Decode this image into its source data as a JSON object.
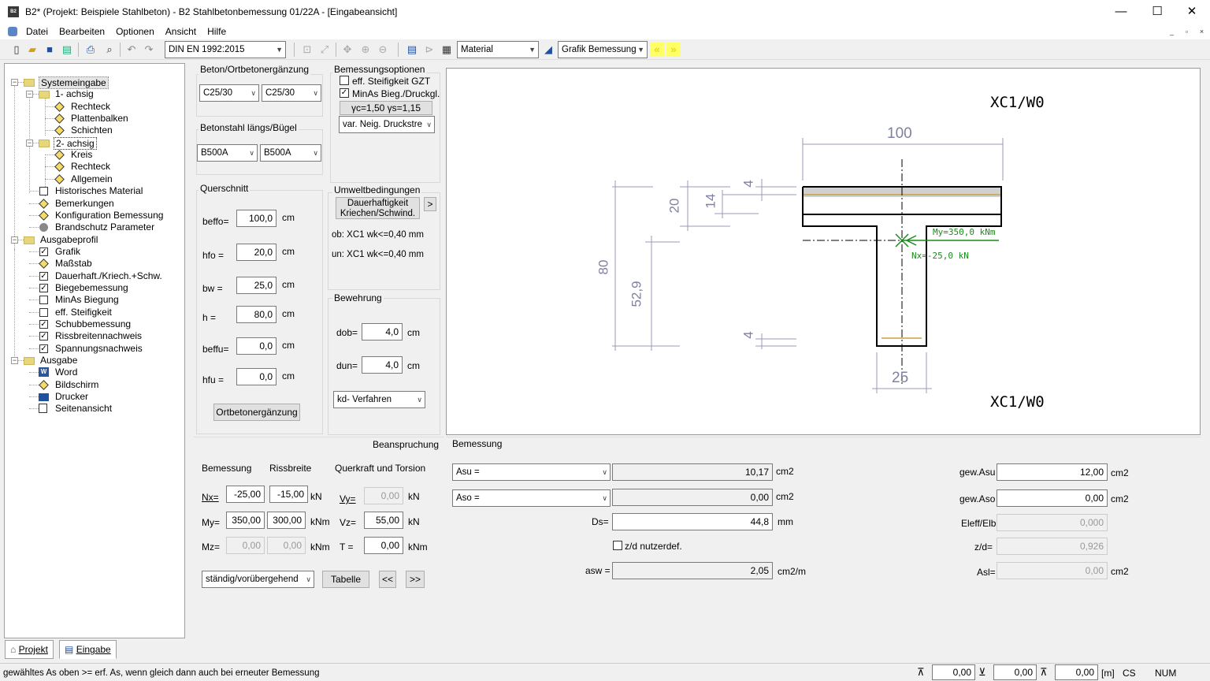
{
  "window": {
    "title": "B2* (Projekt: Beispiele Stahlbeton) - B2 Stahlbetonbemessung 01/22A - [Eingabeansicht]",
    "app_icon": "B2",
    "minimize": "—",
    "maximize": "☐",
    "close": "✕"
  },
  "menu": [
    "Datei",
    "Bearbeiten",
    "Optionen",
    "Ansicht",
    "Hilfe"
  ],
  "mdi": {
    "minimize": "_",
    "restore": "▫",
    "close": "×"
  },
  "toolbar": {
    "norm": "DIN EN 1992:2015",
    "material": "Material",
    "grafik": "Grafik Bemessung"
  },
  "tree": {
    "items": [
      {
        "label": "Systemeingabe",
        "type": "folder",
        "selected": true
      },
      {
        "label": "1- achsig",
        "type": "folder"
      },
      {
        "label": "Rechteck",
        "type": "diamond"
      },
      {
        "label": "Plattenbalken",
        "type": "diamond"
      },
      {
        "label": "Schichten",
        "type": "diamond"
      },
      {
        "label": "2- achsig",
        "type": "folder",
        "boxed": true
      },
      {
        "label": "Kreis",
        "type": "diamond"
      },
      {
        "label": "Rechteck",
        "type": "diamond"
      },
      {
        "label": "Allgemein",
        "type": "diamond"
      },
      {
        "label": "Historisches Material",
        "type": "box"
      },
      {
        "label": "Bemerkungen",
        "type": "diamond"
      },
      {
        "label": "Konfiguration  Bemessung",
        "type": "diamond"
      },
      {
        "label": "Brandschutz Parameter",
        "type": "circle"
      },
      {
        "label": "Ausgabeprofil",
        "type": "folder"
      },
      {
        "label": "Grafik",
        "type": "check"
      },
      {
        "label": "Maßstab",
        "type": "diamond"
      },
      {
        "label": "Dauerhaft./Kriech.+Schw.",
        "type": "check"
      },
      {
        "label": "Biegebemessung",
        "type": "check"
      },
      {
        "label": "MinAs Biegung",
        "type": "box"
      },
      {
        "label": "eff. Steifigkeit",
        "type": "box"
      },
      {
        "label": "Schubbemessung",
        "type": "check"
      },
      {
        "label": "Rissbreitennachweis",
        "type": "check"
      },
      {
        "label": "Spannungsnachweis",
        "type": "check"
      },
      {
        "label": "Ausgabe",
        "type": "folder"
      },
      {
        "label": "Word",
        "type": "word"
      },
      {
        "label": "Bildschirm",
        "type": "diamond"
      },
      {
        "label": "Drucker",
        "type": "printer"
      },
      {
        "label": "Seitenansicht",
        "type": "preview"
      }
    ],
    "tab_projekt": "Projekt",
    "tab_eingabe": "Eingabe"
  },
  "beton": {
    "label": "Beton/Ortbetonergänzung",
    "left": "C25/30",
    "right": "C25/30"
  },
  "betonstahl": {
    "label": "Betonstahl längs/Bügel",
    "left": "B500A",
    "right": "B500A"
  },
  "optionen": {
    "label": "Bemessungsoptionen",
    "eff": "eff. Steifigkeit GZT",
    "minas": "MinAs Bieg./Druckgl.",
    "gamma": "γc=1,50  γs=1,15",
    "neig": "var. Neig. Druckstre"
  },
  "querschnitt": {
    "label": "Querschnitt",
    "rows": [
      {
        "name": "beffo=",
        "value": "100,0",
        "unit": "cm"
      },
      {
        "name": "hfo  =",
        "value": "20,0",
        "unit": "cm"
      },
      {
        "name": "bw  =",
        "value": "25,0",
        "unit": "cm"
      },
      {
        "name": "h    =",
        "value": "80,0",
        "unit": "cm"
      },
      {
        "name": "beffu=",
        "value": "0,0",
        "unit": "cm"
      },
      {
        "name": "hfu  =",
        "value": "0,0",
        "unit": "cm"
      }
    ],
    "button": "Ortbetonergänzung"
  },
  "umwelt": {
    "label": "Umweltbedingungen",
    "button": "Dauerhaftigkeit Kriechen/Schwind.",
    "arrow": ">",
    "ob": "ob: XC1 wk<=0,40 mm",
    "un": "un: XC1 wk<=0,40 mm"
  },
  "bewehrung": {
    "label": "Bewehrung",
    "dob_label": "dob=",
    "dob": "4,0",
    "dun_label": "dun=",
    "dun": "4,0",
    "unit": "cm",
    "verfahren": "kd- Verfahren"
  },
  "drawing": {
    "xc_top": "XC1/W0",
    "xc_bottom": "XC1/W0",
    "dim_100": "100",
    "dim_4a": "4",
    "dim_20": "20",
    "dim_14": "14",
    "dim_80": "80",
    "dim_529": "52,9",
    "dim_4b": "4",
    "dim_25": "25",
    "my": "My=350,0 kNm",
    "nx": "Nx=-25,0 kN"
  },
  "beanspruchung": {
    "label": "Beanspruchung",
    "col_bem": "Bemessung",
    "col_riss": "Rissbreite",
    "col_qt": "Querkraft und Torsion",
    "nx_label": "Nx=",
    "nx_bem": "-25,00",
    "nx_riss": "-15,00",
    "nx_unit": "kN",
    "my_label": "My=",
    "my_bem": "350,00",
    "my_riss": "300,00",
    "my_unit": "kNm",
    "mz_label": "Mz=",
    "mz_bem": "0,00",
    "mz_riss": "0,00",
    "mz_unit": "kNm",
    "vy_label": "Vy=",
    "vy": "0,00",
    "vy_unit": "kN",
    "vz_label": "Vz=",
    "vz": "55,00",
    "vz_unit": "kN",
    "t_label": "T =",
    "t": "0,00",
    "t_unit": "kNm",
    "combo": "ständig/vorübergehend",
    "tabelle": "Tabelle",
    "prev": "<<",
    "next": ">>"
  },
  "bemessung": {
    "label": "Bemessung",
    "asu_sel": "Asu =",
    "asu": "10,17",
    "asu_unit": "cm2",
    "aso_sel": "Aso =",
    "aso": "0,00",
    "aso_unit": "cm2",
    "ds_label": "Ds=",
    "ds": "44,8",
    "ds_unit": "mm",
    "zd_check": "z/d nutzerdef.",
    "asw_label": "asw =",
    "asw": "2,05",
    "asw_unit": "cm2/m",
    "gew_asu_label": "gew.Asu",
    "gew_asu": "12,00",
    "gew_asu_unit": "cm2",
    "gew_aso_label": "gew.Aso",
    "gew_aso": "0,00",
    "gew_aso_unit": "cm2",
    "eleff_label": "Eleff/Elb",
    "eleff": "0,000",
    "zd_label": "z/d=",
    "zd": "0,926",
    "asl_label": "Asl=",
    "asl": "0,00",
    "asl_unit": "cm2"
  },
  "status": {
    "text": "gewähltes  As oben >= erf. As, wenn gleich dann auch bei erneuter Bemessung",
    "x": "0,00",
    "y": "0,00",
    "z": "0,00",
    "unit": "[m]",
    "cs": "CS",
    "num": "NUM"
  }
}
